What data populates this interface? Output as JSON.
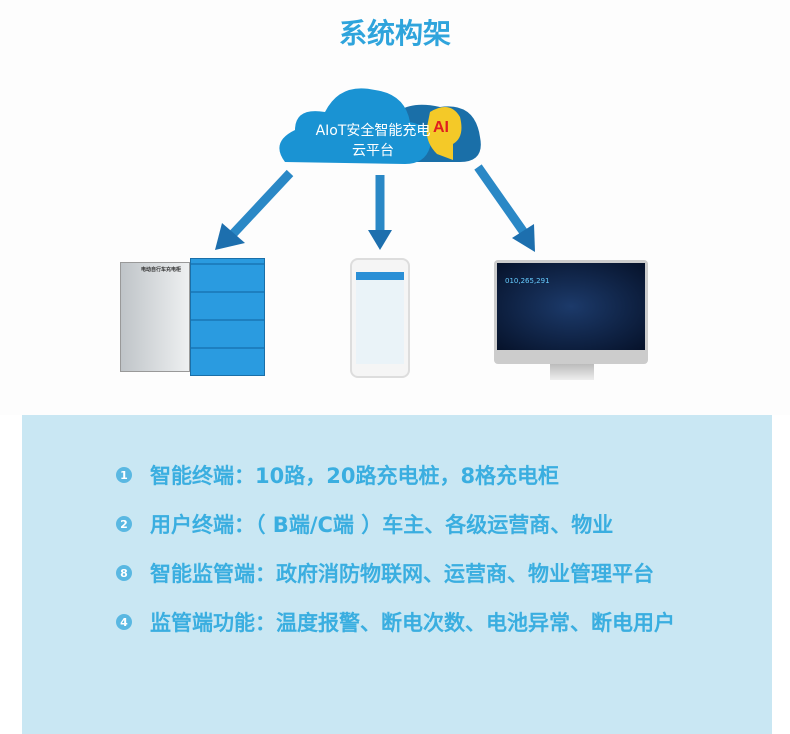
{
  "title": "系统构架",
  "cloud": {
    "line1": "AIoT安全智能充电",
    "line2": "云平台",
    "ai_badge": "AI"
  },
  "devices": {
    "terminal_brand": "电动自行车充电柜",
    "screen_number": "010,265,291"
  },
  "items": [
    {
      "num": "1",
      "text": "智能终端：10路，20路充电桩，8格充电柜"
    },
    {
      "num": "2",
      "text": "用户终端：（ B端/C端 ）车主、各级运营商、物业"
    },
    {
      "num": "8",
      "text": "智能监管端：政府消防物联网、运营商、物业管理平台"
    },
    {
      "num": "4",
      "text": "监管端功能：温度报警、断电次数、电池异常、断电用户"
    }
  ],
  "colors": {
    "accent": "#2fa4dc",
    "panel": "#c9e7f3",
    "cloud": "#1a8fd0"
  }
}
